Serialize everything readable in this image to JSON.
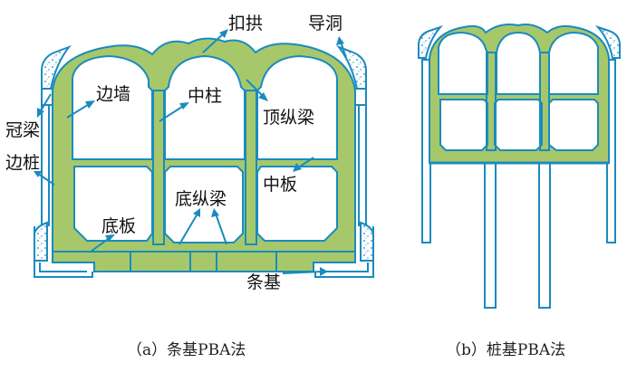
{
  "figure_a": {
    "caption": "（a）条基PBA法",
    "labels": {
      "kougong": "扣拱",
      "daodong": "导洞",
      "bianqiang": "边墙",
      "zhongzhu": "中柱",
      "dingzongliang": "顶纵梁",
      "guanliang": "冠梁",
      "bianzhuang": "边桩",
      "zhongban": "中板",
      "dizongliang": "底纵梁",
      "diban": "底板",
      "tiaoji": "条基"
    }
  },
  "figure_b": {
    "caption": "（b）桩基PBA法"
  },
  "colors": {
    "concrete": "#a6c86a",
    "outline": "#1a8bbf",
    "background": "#ffffff"
  }
}
